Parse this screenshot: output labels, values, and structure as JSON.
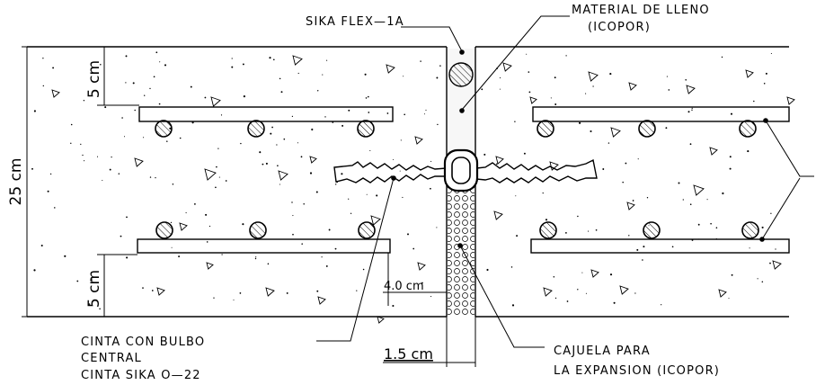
{
  "labels": {
    "sika_flex": "SIKA FLEX—1A",
    "material_1": "MATERIAL DE LLENO",
    "material_2": "(ICOPOR)",
    "dim_25": "25 cm",
    "dim_5_top": "5 cm",
    "dim_5_bottom": "5 cm",
    "dim_4": "4.0 cm",
    "dim_15": "1.5 cm",
    "cinta_1": "CINTA CON BULBO",
    "cinta_2": "CENTRAL",
    "cinta_3": "CINTA SIKA O—22",
    "cajuela_1": "CAJUELA PARA",
    "cajuela_2": "LA EXPANSION (ICOPOR)"
  },
  "icons": {
    "rebar": "hatched-circle",
    "aggregate": "triangle-marks",
    "waterstop": "serrated-strip-with-bulb"
  }
}
